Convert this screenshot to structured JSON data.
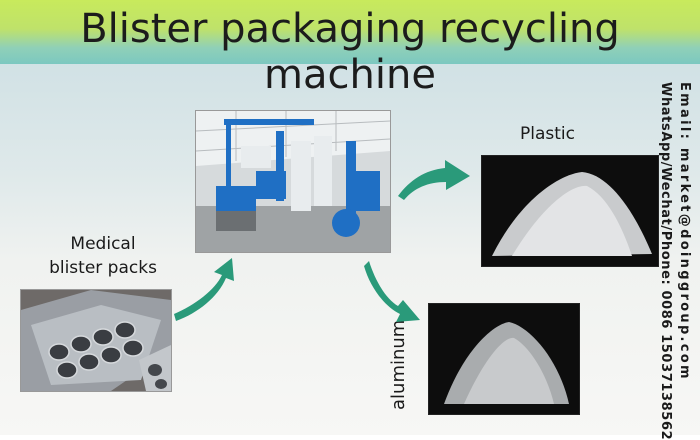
{
  "title": "Blister packaging recycling machine",
  "labels": {
    "medical_line1": "Medical",
    "medical_line2": "blister packs",
    "plastic": "Plastic",
    "aluminum": "aluminum"
  },
  "contact": {
    "email": "Email: market@doinggroup.com",
    "phone": "WhatsApp/Wechat/Phone: 0086 15037138562"
  },
  "colors": {
    "band_top": "#c8ea5c",
    "band_bottom": "#7cc8c0",
    "arrow": "#2a9a7a"
  }
}
